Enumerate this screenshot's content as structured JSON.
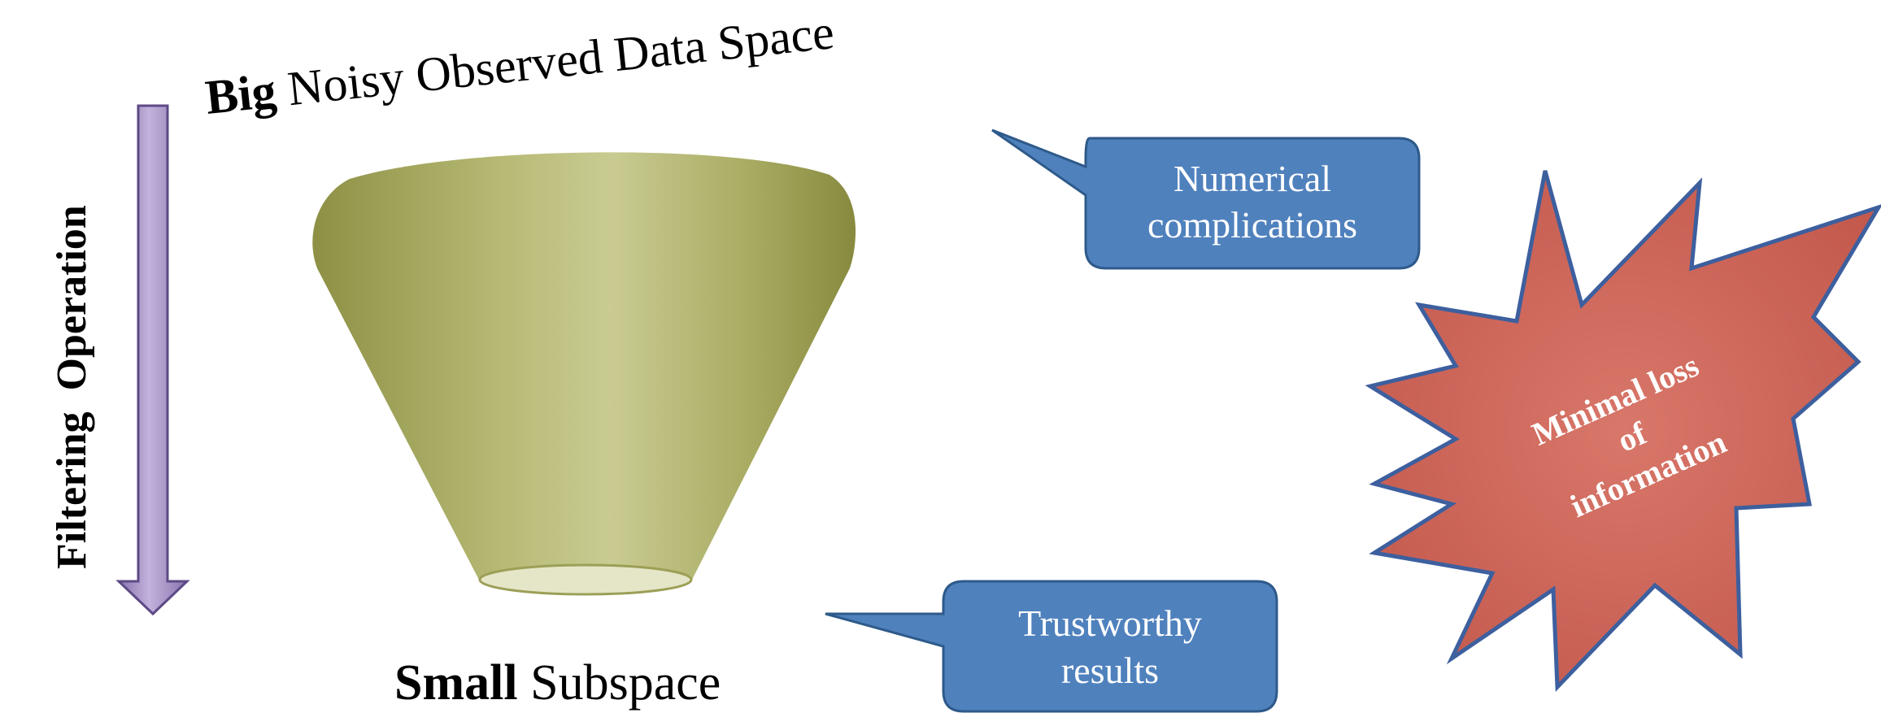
{
  "top_title": {
    "bold": "Big",
    "rest": " Noisy Observed Data Space"
  },
  "side_label": "Filtering  Operation",
  "bottom_title": {
    "bold": "Small",
    "rest": " Subspace"
  },
  "callout_top": {
    "line1": "Numerical",
    "line2": "complications"
  },
  "callout_bottom": {
    "line1": "Trustworthy",
    "line2": "results"
  },
  "starburst": {
    "line1": "Minimal loss",
    "line2": "of",
    "line3": "information"
  },
  "colors": {
    "arrow_fill": "#a08cc0",
    "arrow_stroke": "#5e4a86",
    "callout_fill": "#4f81bd",
    "callout_stroke": "#2e5a8a",
    "starburst_fill": "#d0675a",
    "starburst_stroke": "#3d5f9e",
    "cone_light": "#c7c98c",
    "cone_dark": "#8f9246"
  }
}
